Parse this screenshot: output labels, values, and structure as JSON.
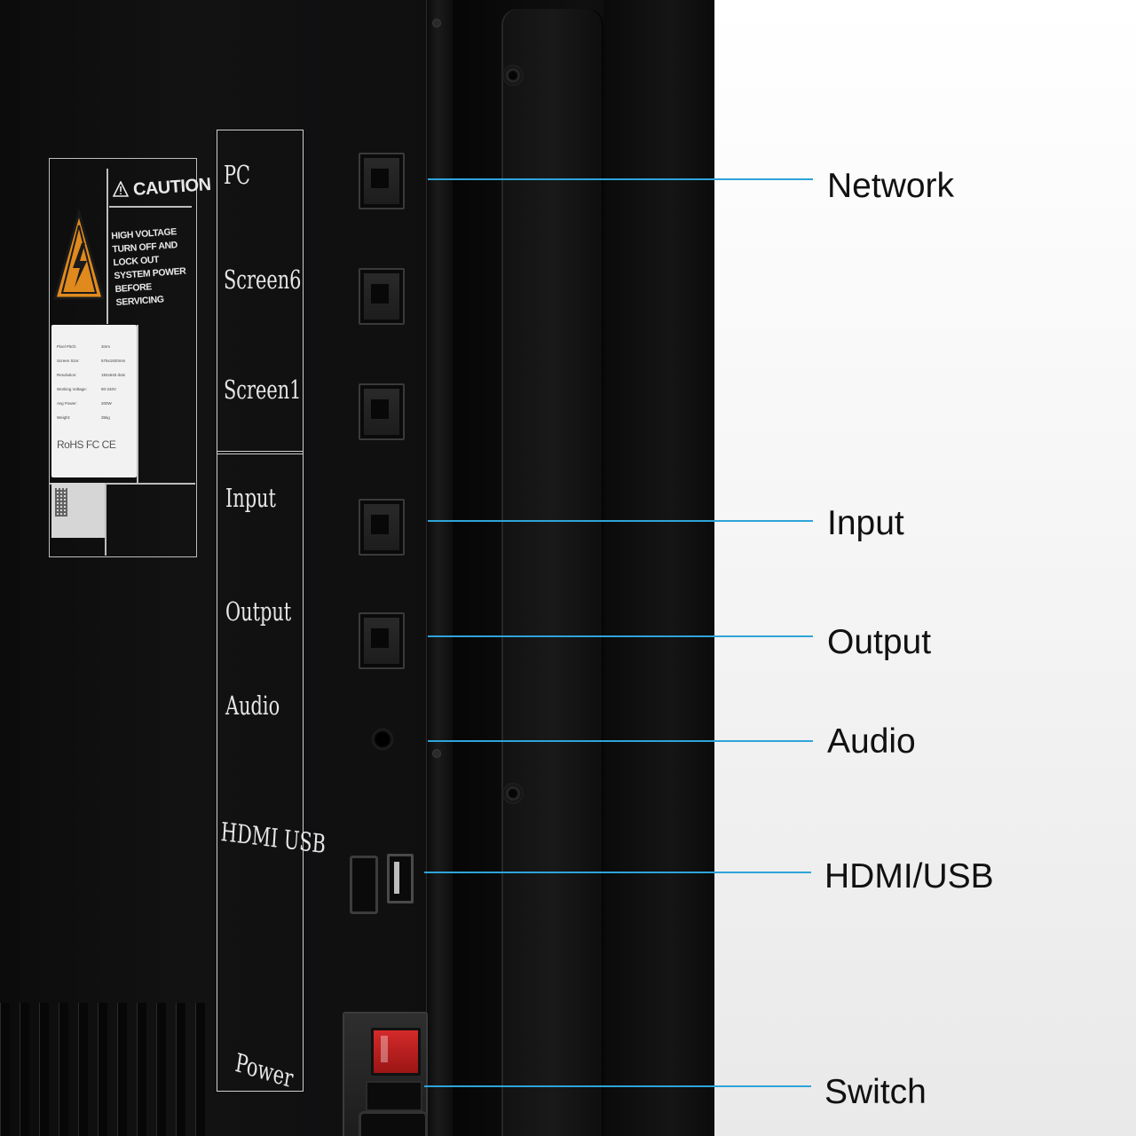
{
  "caution_label": {
    "title": "CAUTION",
    "warning_text": "HIGH VOLTAGE TURN OFF AND LOCK OUT SYSTEM POWER BEFORE SERVICING",
    "specs": [
      {
        "key": "Pixel Pitch:",
        "value": "3mm"
      },
      {
        "key": "Screen Size:",
        "value": "576x1920mm"
      },
      {
        "key": "Resolution:",
        "value": "192x640 dots"
      },
      {
        "key": "Working Voltage:",
        "value": "90-240V"
      },
      {
        "key": "Avg Power:",
        "value": "200W"
      },
      {
        "key": "Weight:",
        "value": "35kg"
      }
    ],
    "certifications": "RoHS FC CE"
  },
  "port_labels": {
    "pc": "PC",
    "screen6": "Screen6",
    "screen1": "Screen1",
    "input": "Input",
    "output": "Output",
    "audio": "Audio",
    "hdmi_usb": "HDMI USB",
    "power": "Power"
  },
  "callouts": {
    "network": "Network",
    "input": "Input",
    "output": "Output",
    "audio": "Audio",
    "hdmi_usb": "HDMI/USB",
    "switch": "Switch"
  },
  "colors": {
    "callout_line": "#2ea4d9",
    "panel": "#111112",
    "warning_triangle": "#e08a1e",
    "power_switch": "#c82020"
  }
}
